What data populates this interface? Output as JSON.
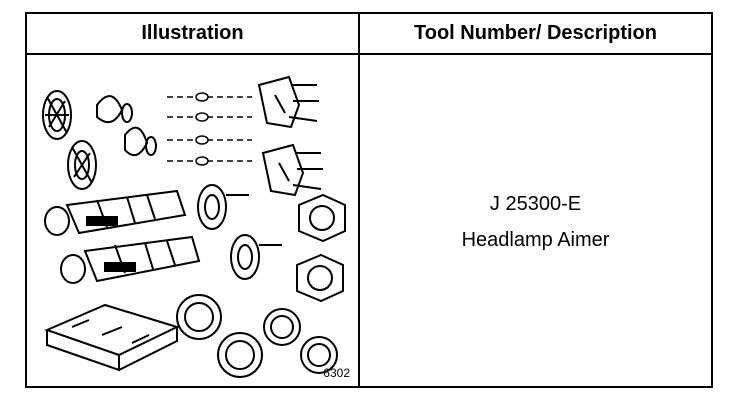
{
  "header": {
    "illustration": "Illustration",
    "tool": "Tool Number/ Description"
  },
  "tool": {
    "number": "J 25300-E",
    "description": "Headlamp Aimer"
  },
  "illustration": {
    "figure_number": "6302"
  }
}
